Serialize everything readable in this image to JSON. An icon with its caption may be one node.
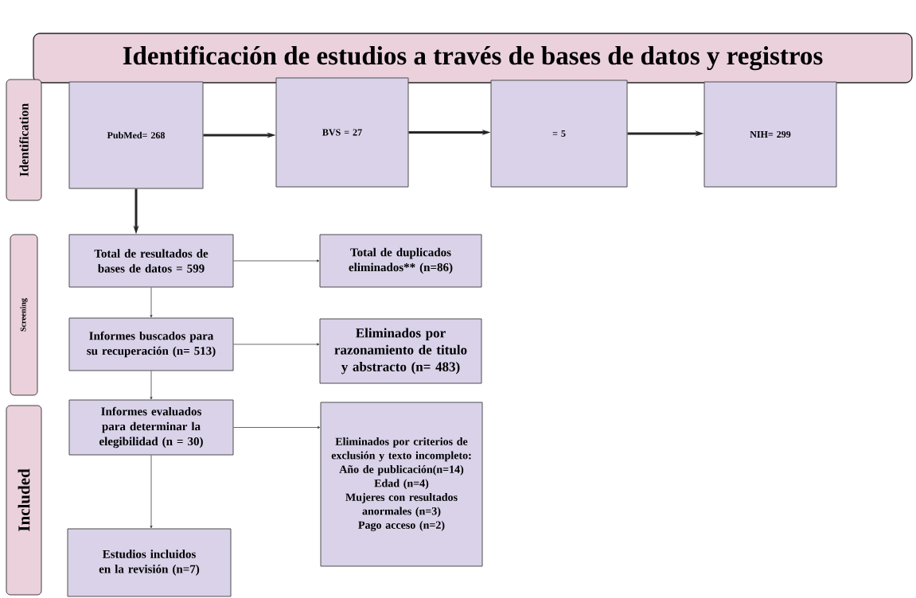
{
  "diagram": {
    "nodes": [
      {
        "text": [
          "Identificación de estudios a través de bases de datos y registros"
        ]
      },
      {
        "text": [
          "Identification"
        ]
      },
      {
        "text": [
          "Screening"
        ]
      },
      {
        "text": [
          "Included"
        ]
      },
      {
        "text": [
          "PubMed= 268"
        ]
      },
      {
        "text": [
          "BVS = 27"
        ]
      },
      {
        "text": [
          "= 5"
        ]
      },
      {
        "text": [
          "NIH= 299"
        ]
      },
      {
        "text": [
          "Total de resultados de bases de datos = 599"
        ]
      },
      {
        "text": [
          "Total de duplicados eliminados** (n=86)"
        ]
      },
      {
        "text": [
          "Informes buscados para su recuperación (n= 513)"
        ]
      },
      {
        "text": [
          "Eliminados por razonamiento de titulo y abstracto (n= 483)"
        ]
      },
      {
        "text": [
          "Informes evaluados para determinar la elegibilidad (n = 30)"
        ]
      },
      {
        "text": [
          "Eliminados por criterios de exclusión y texto incompleto:",
          "Año de publicación(n=14)",
          "Edad (n=4)",
          "Mujeres con resultados anormales (n=3)",
          "Pago acceso (n=2)"
        ]
      },
      {
        "text": [
          "Estudios incluidos en la revisión   (n=7)"
        ]
      }
    ],
    "edges": [
      {
        "from": 4,
        "to": 5,
        "arrow": "to",
        "style": "thick"
      },
      {
        "from": 5,
        "to": 6,
        "arrow": "to",
        "style": "thick"
      },
      {
        "from": 6,
        "to": 7,
        "arrow": "to",
        "style": "thick"
      },
      {
        "from": 4,
        "to": 8,
        "arrow": "to",
        "style": "thick"
      },
      {
        "from": 8,
        "to": 9,
        "arrow": "to"
      },
      {
        "from": 8,
        "to": 10,
        "arrow": "to"
      },
      {
        "from": 10,
        "to": 11,
        "arrow": "to"
      },
      {
        "from": 10,
        "to": 12,
        "arrow": "to"
      },
      {
        "from": 12,
        "to": 13,
        "arrow": "to"
      },
      {
        "from": 12,
        "to": 14,
        "arrow": "to"
      }
    ]
  }
}
